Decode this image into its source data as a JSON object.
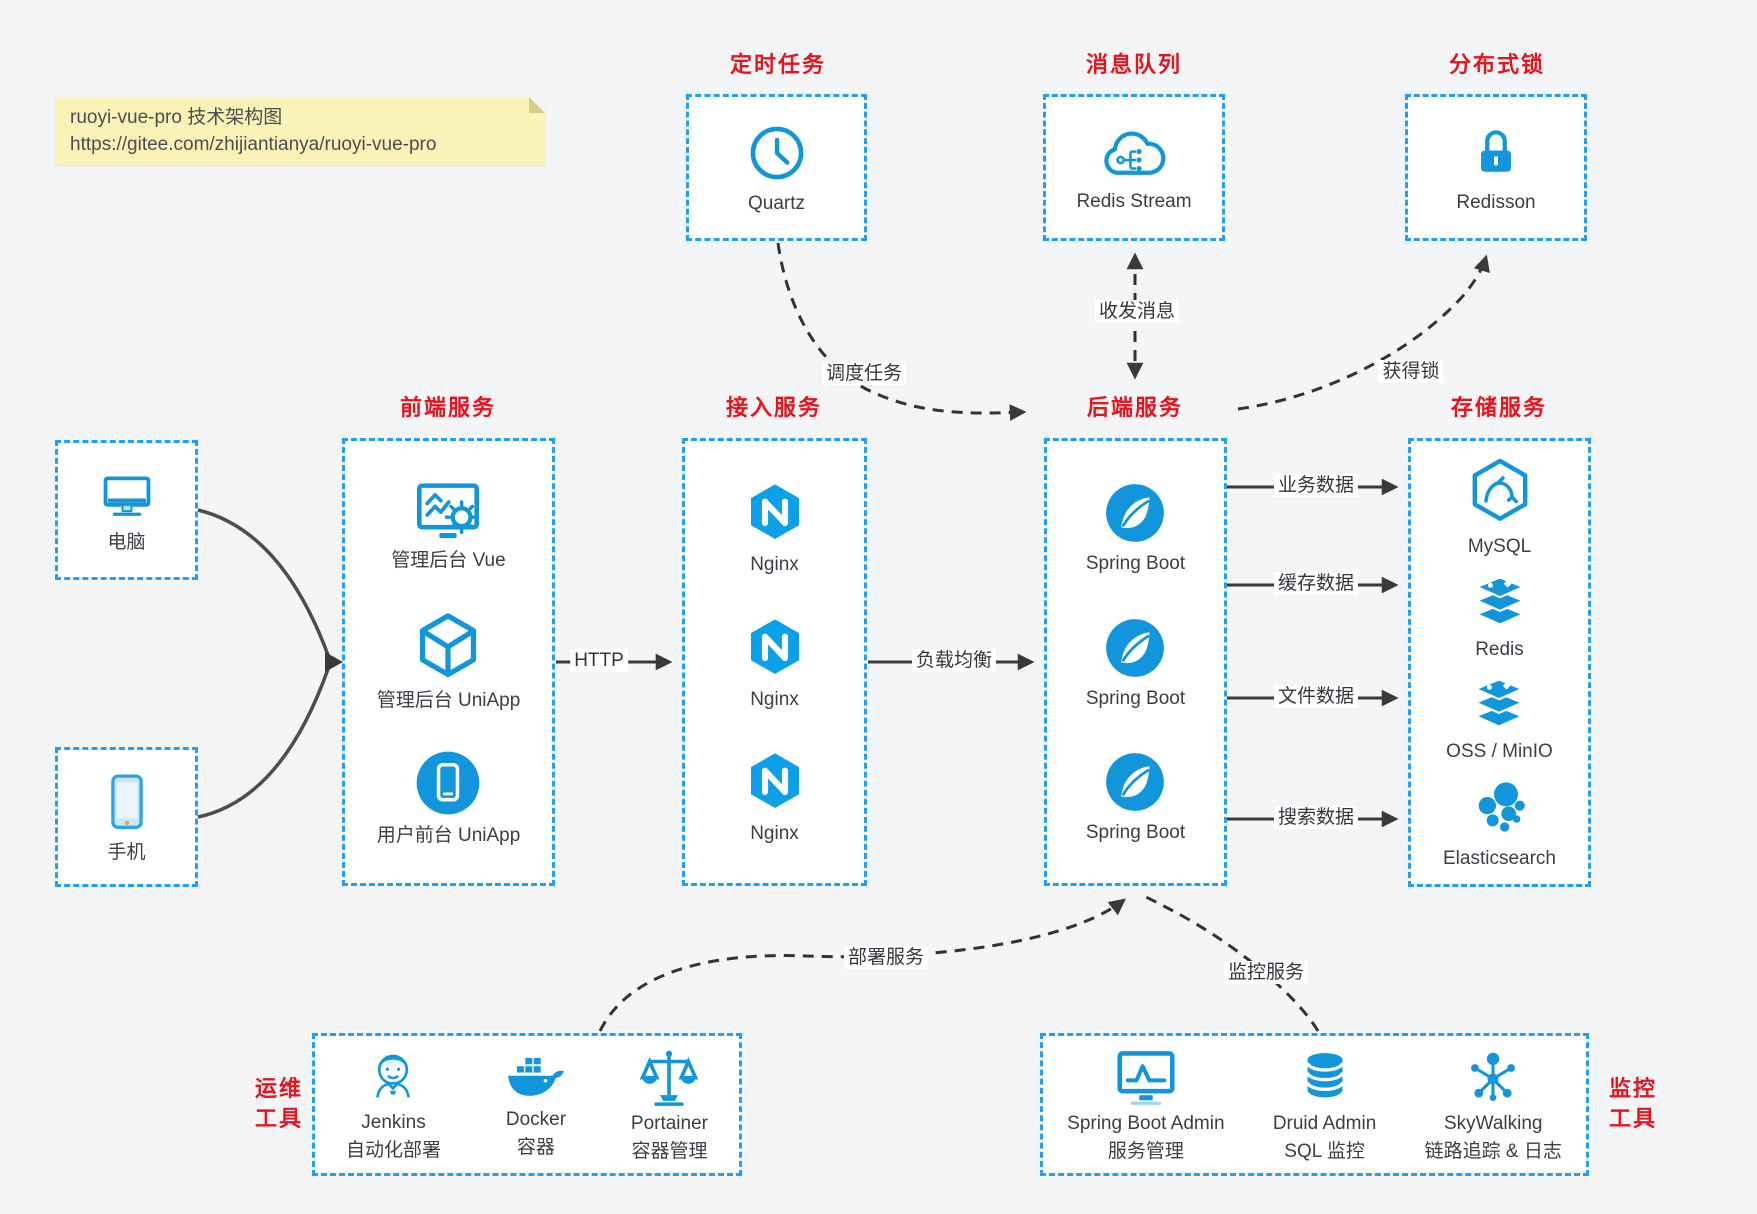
{
  "note": {
    "line1": "ruoyi-vue-pro 技术架构图",
    "line2": "https://gitee.com/zhijiantianya/ruoyi-vue-pro"
  },
  "colors": {
    "icon_blue": "#1296db",
    "box_border_blue": "#1e9fff",
    "group_title_red": "#e8131d",
    "arrow_dark": "#3a3a3a",
    "note_bg": "#faf3b8",
    "canvas_bg": "#f4f5f6"
  },
  "groups": {
    "scheduler": {
      "title": "定时任务",
      "item": {
        "label": "Quartz",
        "icon": "clock-icon"
      }
    },
    "mq": {
      "title": "消息队列",
      "item": {
        "label": "Redis Stream",
        "icon": "cloud-stream-icon"
      }
    },
    "dist_lock": {
      "title": "分布式锁",
      "item": {
        "label": "Redisson",
        "icon": "lock-icon"
      }
    },
    "clients": {
      "computer": {
        "label": "电脑",
        "icon": "desktop-icon"
      },
      "phone": {
        "label": "手机",
        "icon": "mobile-icon"
      }
    },
    "frontend": {
      "title": "前端服务",
      "items": [
        {
          "label": "管理后台 Vue",
          "icon": "admin-vue-icon"
        },
        {
          "label": "管理后台 UniApp",
          "icon": "uniapp-cube-icon"
        },
        {
          "label": "用户前台 UniApp",
          "icon": "uniapp-user-icon"
        }
      ]
    },
    "gateway": {
      "title": "接入服务",
      "items": [
        {
          "label": "Nginx",
          "icon": "nginx-icon"
        },
        {
          "label": "Nginx",
          "icon": "nginx-icon"
        },
        {
          "label": "Nginx",
          "icon": "nginx-icon"
        }
      ]
    },
    "backend": {
      "title": "后端服务",
      "items": [
        {
          "label": "Spring Boot",
          "icon": "spring-icon"
        },
        {
          "label": "Spring Boot",
          "icon": "spring-icon"
        },
        {
          "label": "Spring Boot",
          "icon": "spring-icon"
        }
      ]
    },
    "storage": {
      "title": "存储服务",
      "items": [
        {
          "label": "MySQL",
          "icon": "mysql-icon"
        },
        {
          "label": "Redis",
          "icon": "redis-stack-icon"
        },
        {
          "label": "OSS / MinIO",
          "icon": "storage-stack-icon"
        },
        {
          "label": "Elasticsearch",
          "icon": "elasticsearch-icon"
        }
      ]
    },
    "ops": {
      "title_lines": [
        "运维",
        "工具"
      ],
      "items": [
        {
          "name": "Jenkins",
          "desc": "自动化部署",
          "icon": "jenkins-icon"
        },
        {
          "name": "Docker",
          "desc": "容器",
          "icon": "docker-icon"
        },
        {
          "name": "Portainer",
          "desc": "容器管理",
          "icon": "portainer-icon"
        }
      ]
    },
    "monitoring": {
      "title_lines": [
        "监控",
        "工具"
      ],
      "items": [
        {
          "name": "Spring Boot Admin",
          "desc": "服务管理",
          "icon": "sba-icon"
        },
        {
          "name": "Druid Admin",
          "desc": "SQL 监控",
          "icon": "druid-icon"
        },
        {
          "name": "SkyWalking",
          "desc": "链路追踪 & 日志",
          "icon": "skywalking-icon"
        }
      ]
    }
  },
  "edges": {
    "http": "HTTP",
    "load_balance": "负载均衡",
    "schedule": "调度任务",
    "messaging": "收发消息",
    "acquire_lock": "获得锁",
    "business_data": "业务数据",
    "cache_data": "缓存数据",
    "file_data": "文件数据",
    "search_data": "搜索数据",
    "deploy": "部署服务",
    "monitor": "监控服务"
  }
}
